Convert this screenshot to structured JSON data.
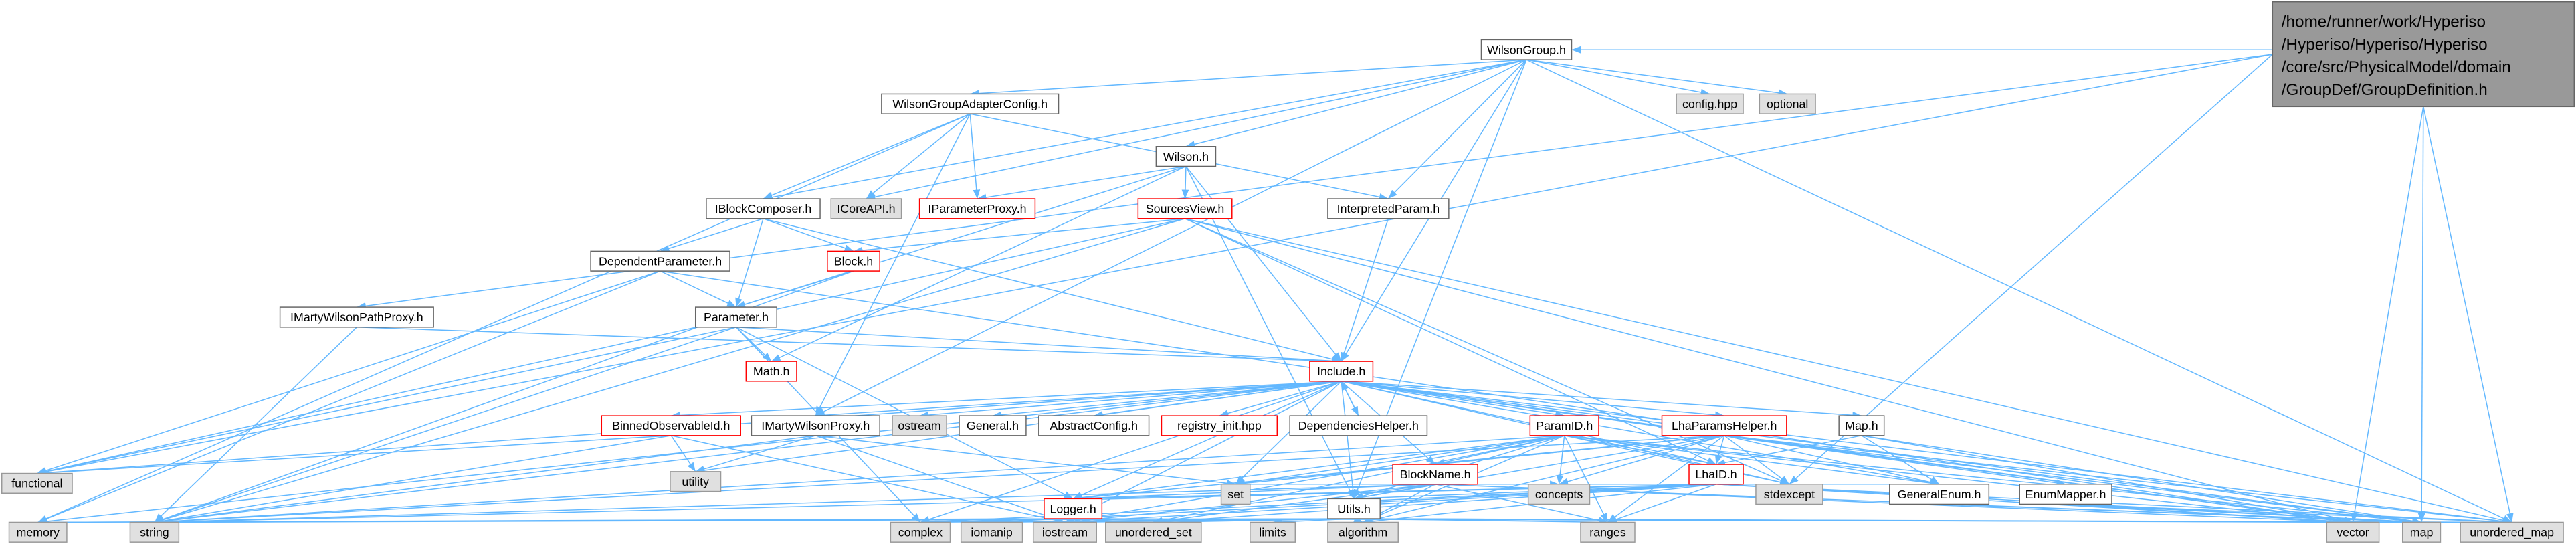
{
  "colors": {
    "edge": "#63B8FF",
    "text": "#000000",
    "system_fill": "#E0E0E0"
  },
  "graph": {
    "nodes": [
      {
        "label_lines": [
          "/home/runner/work/Hyperiso",
          "/Hyperiso/Hyperiso/Hyperiso",
          "/core/src/PhysicalModel/domain",
          "/GroupDef/GroupDefinition.h"
        ],
        "fill": "#999999",
        "border": "#666666",
        "includes": [
          "WilsonGroup.h",
          "IMartyWilsonPathProxy.h",
          "functional",
          "stdexcept",
          "vector",
          "map",
          "unordered_map"
        ]
      },
      {
        "label": "WilsonGroup.h",
        "fill": "#FFFFFF",
        "border": "#666666",
        "includes": [
          "WilsonGroupAdapterConfig.h",
          "Wilson.h",
          "IBlockComposer.h",
          "ICoreAPI.h",
          "InterpretedParam.h",
          "config.hpp",
          "optional",
          "Include.h",
          "IMartyWilsonProxy.h",
          "Utils.h",
          "unordered_map"
        ]
      },
      {
        "label": "WilsonGroupAdapterConfig.h",
        "fill": "#FFFFFF",
        "border": "#666666",
        "includes": [
          "IBlockComposer.h",
          "ICoreAPI.h",
          "IParameterProxy.h",
          "InterpretedParam.h",
          "IMartyWilsonProxy.h",
          "memory"
        ]
      },
      {
        "label": "config.hpp",
        "fill": "#E0E0E0",
        "border": "#999999"
      },
      {
        "label": "optional",
        "fill": "#E0E0E0",
        "border": "#999999"
      },
      {
        "label": "Wilson.h",
        "fill": "#FFFFFF",
        "border": "#666666",
        "includes": [
          "IParameterProxy.h",
          "SourcesView.h",
          "Parameter.h",
          "Include.h",
          "Math.h",
          "Utils.h"
        ]
      },
      {
        "label": "IBlockComposer.h",
        "fill": "#FFFFFF",
        "border": "#666666",
        "includes": [
          "DependentParameter.h",
          "Block.h",
          "Parameter.h",
          "Include.h"
        ]
      },
      {
        "label": "ICoreAPI.h",
        "fill": "#E0E0E0",
        "border": "#999999"
      },
      {
        "label": "IParameterProxy.h",
        "fill": "#FFFFFF",
        "border": "#FF0000"
      },
      {
        "label": "SourcesView.h",
        "fill": "#FFFFFF",
        "border": "#FF0000",
        "includes": [
          "Block.h",
          "LhaID.h",
          "string",
          "functional",
          "stdexcept",
          "vector",
          "unordered_map"
        ]
      },
      {
        "label": "InterpretedParam.h",
        "fill": "#FFFFFF",
        "border": "#666666",
        "includes": [
          "Include.h"
        ]
      },
      {
        "label": "DependentParameter.h",
        "fill": "#FFFFFF",
        "border": "#666666",
        "includes": [
          "Parameter.h",
          "memory",
          "functional",
          "vector"
        ]
      },
      {
        "label": "Block.h",
        "fill": "#FFFFFF",
        "border": "#FF0000",
        "includes": [
          "Parameter.h",
          "string"
        ]
      },
      {
        "label": "IMartyWilsonPathProxy.h",
        "fill": "#FFFFFF",
        "border": "#666666",
        "includes": [
          "Include.h",
          "string"
        ]
      },
      {
        "label": "Parameter.h",
        "fill": "#FFFFFF",
        "border": "#666666",
        "includes": [
          "Math.h",
          "Include.h",
          "Logger.h",
          "string",
          "functional",
          "complex"
        ]
      },
      {
        "label": "Math.h",
        "fill": "#FFFFFF",
        "border": "#FF0000"
      },
      {
        "label": "Include.h",
        "fill": "#FFFFFF",
        "border": "#FF0000",
        "includes": [
          "BinnedObservableId.h",
          "IMartyWilsonProxy.h",
          "ostream",
          "General.h",
          "AbstractConfig.h",
          "registry_init.hpp",
          "DependenciesHelper.h",
          "ParamID.h",
          "LhaParamsHelper.h",
          "Map.h",
          "BlockName.h",
          "LhaID.h",
          "Logger.h",
          "Utils.h",
          "GeneralEnum.h",
          "EnumMapper.h",
          "memory",
          "string",
          "functional",
          "utility",
          "complex",
          "iostream",
          "set",
          "stdexcept",
          "vector",
          "unordered_map",
          "map"
        ]
      },
      {
        "label": "BinnedObservableId.h",
        "fill": "#FFFFFF",
        "border": "#FF0000",
        "includes": [
          "utility",
          "functional",
          "string",
          "iostream"
        ]
      },
      {
        "label": "IMartyWilsonProxy.h",
        "fill": "#FFFFFF",
        "border": "#666666",
        "includes": [
          "utility",
          "string",
          "set",
          "iostream"
        ]
      },
      {
        "label": "ostream",
        "fill": "#E0E0E0",
        "border": "#999999"
      },
      {
        "label": "General.h",
        "fill": "#FFFFFF",
        "border": "#666666"
      },
      {
        "label": "AbstractConfig.h",
        "fill": "#FFFFFF",
        "border": "#666666"
      },
      {
        "label": "registry_init.hpp",
        "fill": "#FFFFFF",
        "border": "#FF0000"
      },
      {
        "label": "DependenciesHelper.h",
        "fill": "#FFFFFF",
        "border": "#666666",
        "includes": [
          "Include.h"
        ]
      },
      {
        "label": "ParamID.h",
        "fill": "#FFFFFF",
        "border": "#FF0000",
        "includes": [
          "BlockName.h",
          "LhaID.h",
          "Utils.h",
          "Logger.h",
          "GeneralEnum.h",
          "string",
          "set",
          "concepts",
          "stdexcept",
          "ranges",
          "algorithm",
          "vector",
          "map",
          "iostream",
          "unordered_set"
        ]
      },
      {
        "label": "LhaParamsHelper.h",
        "fill": "#FFFFFF",
        "border": "#FF0000",
        "includes": [
          "BlockName.h",
          "LhaID.h",
          "Utils.h",
          "Logger.h",
          "GeneralEnum.h",
          "string",
          "set",
          "concepts",
          "stdexcept",
          "ranges",
          "algorithm",
          "vector",
          "map",
          "unordered_map"
        ]
      },
      {
        "label": "Map.h",
        "fill": "#FFFFFF",
        "border": "#666666",
        "includes": [
          "LhaID.h",
          "GeneralEnum.h",
          "vector",
          "map"
        ]
      },
      {
        "label": "BlockName.h",
        "fill": "#FFFFFF",
        "border": "#FF0000",
        "includes": [
          "GeneralEnum.h",
          "Utils.h",
          "Logger.h",
          "string",
          "set",
          "concepts",
          "stdexcept",
          "ranges",
          "algorithm",
          "vector",
          "map",
          "iostream",
          "unordered_set"
        ]
      },
      {
        "label": "LhaID.h",
        "fill": "#FFFFFF",
        "border": "#FF0000",
        "includes": [
          "GeneralEnum.h",
          "Utils.h",
          "Logger.h",
          "string",
          "set",
          "concepts",
          "stdexcept",
          "ranges",
          "algorithm",
          "vector",
          "map",
          "unordered_map",
          "unordered_set",
          "iostream",
          "iomanip",
          "complex"
        ]
      },
      {
        "label": "utility",
        "fill": "#E0E0E0",
        "border": "#999999"
      },
      {
        "label": "functional",
        "fill": "#E0E0E0",
        "border": "#999999"
      },
      {
        "label": "set",
        "fill": "#E0E0E0",
        "border": "#999999"
      },
      {
        "label": "concepts",
        "fill": "#E0E0E0",
        "border": "#999999"
      },
      {
        "label": "stdexcept",
        "fill": "#E0E0E0",
        "border": "#999999"
      },
      {
        "label": "GeneralEnum.h",
        "fill": "#FFFFFF",
        "border": "#666666",
        "includes": [
          "map"
        ]
      },
      {
        "label": "EnumMapper.h",
        "fill": "#FFFFFF",
        "border": "#666666",
        "includes": [
          "map",
          "vector",
          "unordered_map"
        ]
      },
      {
        "label": "Logger.h",
        "fill": "#FFFFFF",
        "border": "#FF0000",
        "includes": [
          "string",
          "iostream",
          "memory",
          "complex",
          "unordered_map"
        ]
      },
      {
        "label": "Utils.h",
        "fill": "#FFFFFF",
        "border": "#666666",
        "includes": [
          "string",
          "vector",
          "memory",
          "complex",
          "iomanip",
          "iostream",
          "unordered_set",
          "limits",
          "algorithm",
          "ranges",
          "unordered_map",
          "map"
        ]
      },
      {
        "label": "memory",
        "fill": "#E0E0E0",
        "border": "#999999"
      },
      {
        "label": "string",
        "fill": "#E0E0E0",
        "border": "#999999"
      },
      {
        "label": "complex",
        "fill": "#E0E0E0",
        "border": "#999999"
      },
      {
        "label": "iomanip",
        "fill": "#E0E0E0",
        "border": "#999999"
      },
      {
        "label": "iostream",
        "fill": "#E0E0E0",
        "border": "#999999"
      },
      {
        "label": "unordered_set",
        "fill": "#E0E0E0",
        "border": "#999999"
      },
      {
        "label": "limits",
        "fill": "#E0E0E0",
        "border": "#999999"
      },
      {
        "label": "algorithm",
        "fill": "#E0E0E0",
        "border": "#999999"
      },
      {
        "label": "ranges",
        "fill": "#E0E0E0",
        "border": "#999999"
      },
      {
        "label": "vector",
        "fill": "#E0E0E0",
        "border": "#999999"
      },
      {
        "label": "unordered_map",
        "fill": "#E0E0E0",
        "border": "#999999"
      },
      {
        "label": "map",
        "fill": "#E0E0E0",
        "border": "#999999"
      }
    ]
  }
}
